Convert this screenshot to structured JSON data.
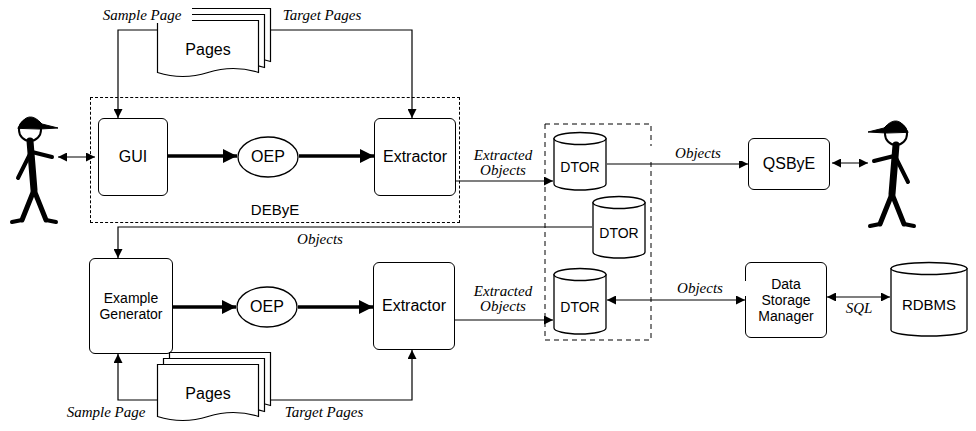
{
  "diagram": {
    "nodes": [
      {
        "text": [
          "DEByE"
        ]
      },
      {
        "text": [
          "GUI"
        ],
        "in": 0
      },
      {
        "text": [
          "OEP"
        ],
        "in": 0
      },
      {
        "text": [
          "Extractor"
        ],
        "in": 0
      },
      {
        "text": [
          "Pages"
        ]
      },
      {
        "text": [
          "Example Generator"
        ]
      },
      {
        "text": [
          "OEP"
        ]
      },
      {
        "text": [
          "Extractor"
        ]
      },
      {
        "text": [
          "Pages"
        ]
      },
      {
        "text": [
          "DTOR"
        ]
      },
      {
        "text": [
          "DTOR"
        ]
      },
      {
        "text": [
          "DTOR"
        ]
      },
      {
        "text": [
          "QSByE"
        ]
      },
      {
        "text": [
          "Data Storage Manager"
        ]
      },
      {
        "text": [
          "RDBMS"
        ]
      }
    ],
    "edges": [
      {
        "from": 4,
        "to": 1,
        "arrow": "to",
        "label": "Sample Page"
      },
      {
        "from": 4,
        "to": 3,
        "arrow": "to",
        "label": "Target Pages"
      },
      {
        "from": 1,
        "to": 2,
        "arrow": "to"
      },
      {
        "from": 2,
        "to": 3,
        "arrow": "to"
      },
      {
        "from": 3,
        "to": 9,
        "arrow": "to",
        "label": "Extracted Objects"
      },
      {
        "from": 9,
        "to": 12,
        "arrow": "to",
        "label": "Objects"
      },
      {
        "from": 10,
        "to": 5,
        "arrow": "to",
        "label": "Objects"
      },
      {
        "from": 5,
        "to": 6,
        "arrow": "to"
      },
      {
        "from": 6,
        "to": 7,
        "arrow": "to"
      },
      {
        "from": 8,
        "to": 5,
        "arrow": "to",
        "label": "Sample Page"
      },
      {
        "from": 8,
        "to": 7,
        "arrow": "to",
        "label": "Target Pages"
      },
      {
        "from": 7,
        "to": 11,
        "arrow": "to",
        "label": "Extracted Objects"
      },
      {
        "from": 11,
        "to": 13,
        "arrow": "both",
        "label": "Objects"
      },
      {
        "from": 13,
        "to": 14,
        "arrow": "both",
        "label": "SQL"
      }
    ]
  }
}
